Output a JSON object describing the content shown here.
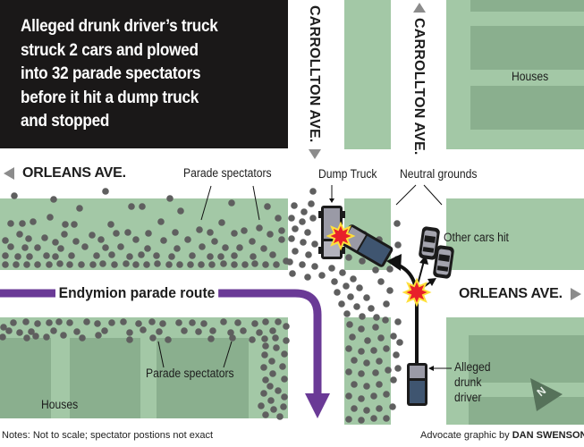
{
  "title": "Alleged drunk driver’s truck struck 2 cars and plowed into 32 parade spectators before it hit a dump truck and stopped",
  "title_lines": [
    "Alleged drunk driver’s truck",
    "struck 2 cars and plowed",
    "into 32 parade spectators",
    "before it hit a dump truck",
    "and stopped"
  ],
  "streets": {
    "orleans_west": "ORLEANS AVE.",
    "orleans_east": "ORLEANS AVE.",
    "carrollton_south": "CARROLLTON AVE.",
    "carrollton_north": "CARROLLTON AVE."
  },
  "labels": {
    "houses_top_right": "Houses",
    "houses_bottom_left": "Houses",
    "parade_spectators_top": "Parade spectators",
    "parade_spectators_bottom": "Parade spectators",
    "dump_truck": "Dump Truck",
    "neutral_grounds": "Neutral grounds",
    "other_cars_hit": "Other cars hit",
    "alleged_driver_line1": "Alleged",
    "alleged_driver_line2": "drunk",
    "alleged_driver_line3": "driver",
    "parade_route": "Endymion parade route",
    "north_arrow": "N"
  },
  "footer": {
    "notes": "Notes: Not to scale; spectator postions not exact",
    "credit_prefix": "Advocate graphic by",
    "credit_name": "DAN SWENSON"
  },
  "colors": {
    "title_bg": "#1a1818",
    "green_light": "#a3c8a6",
    "green_dark": "#8aaf8e",
    "spectator_dot": "#5f5f5f",
    "parade_route": "#6a3a96",
    "crash_burst": "#e8202a",
    "crash_burst_outline": "#ffe03a",
    "street_arrow": "#8c8c8c",
    "vehicle_gray": "#9a9aa6",
    "vehicle_blue": "#3f5570"
  }
}
